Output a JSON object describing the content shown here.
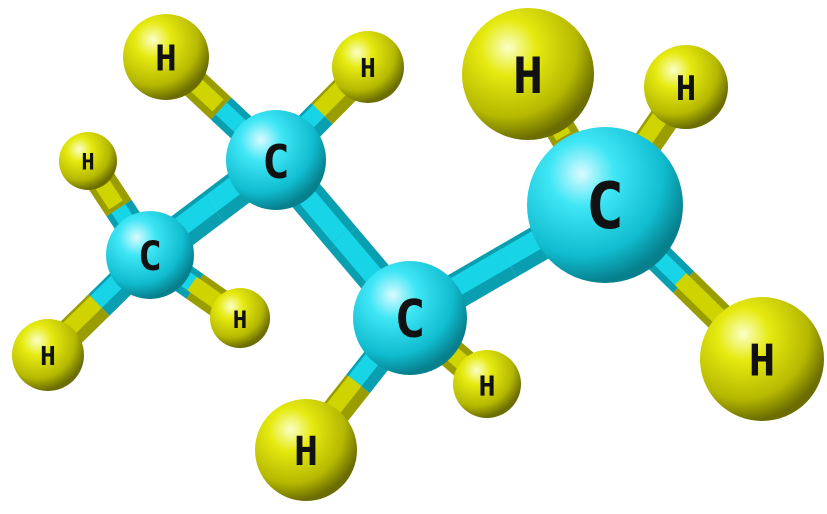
{
  "molecule": {
    "atoms": [
      {
        "id": "c1",
        "element": "C",
        "label": "C"
      },
      {
        "id": "c2",
        "element": "C",
        "label": "C"
      },
      {
        "id": "c3",
        "element": "C",
        "label": "C"
      },
      {
        "id": "c4",
        "element": "C",
        "label": "C"
      },
      {
        "id": "h1",
        "element": "H",
        "label": "H"
      },
      {
        "id": "h2",
        "element": "H",
        "label": "H"
      },
      {
        "id": "h3",
        "element": "H",
        "label": "H"
      },
      {
        "id": "h4",
        "element": "H",
        "label": "H"
      },
      {
        "id": "h5",
        "element": "H",
        "label": "H"
      },
      {
        "id": "h6",
        "element": "H",
        "label": "H"
      },
      {
        "id": "h7",
        "element": "H",
        "label": "H"
      },
      {
        "id": "h8",
        "element": "H",
        "label": "H"
      },
      {
        "id": "h9",
        "element": "H",
        "label": "H"
      },
      {
        "id": "h10",
        "element": "H",
        "label": "H"
      }
    ],
    "bonds": [
      [
        "c1",
        "c2"
      ],
      [
        "c2",
        "c3"
      ],
      [
        "c3",
        "c4"
      ],
      [
        "c1",
        "h1"
      ],
      [
        "c1",
        "h2"
      ],
      [
        "c1",
        "h3"
      ],
      [
        "c2",
        "h4"
      ],
      [
        "c2",
        "h5"
      ],
      [
        "c3",
        "h6"
      ],
      [
        "c3",
        "h7"
      ],
      [
        "c4",
        "h8"
      ],
      [
        "c4",
        "h9"
      ],
      [
        "c4",
        "h10"
      ]
    ]
  },
  "colors": {
    "carbon": "#17d4e6",
    "hydrogen": "#cfd400",
    "label": "#111111",
    "background": "#ffffff"
  }
}
